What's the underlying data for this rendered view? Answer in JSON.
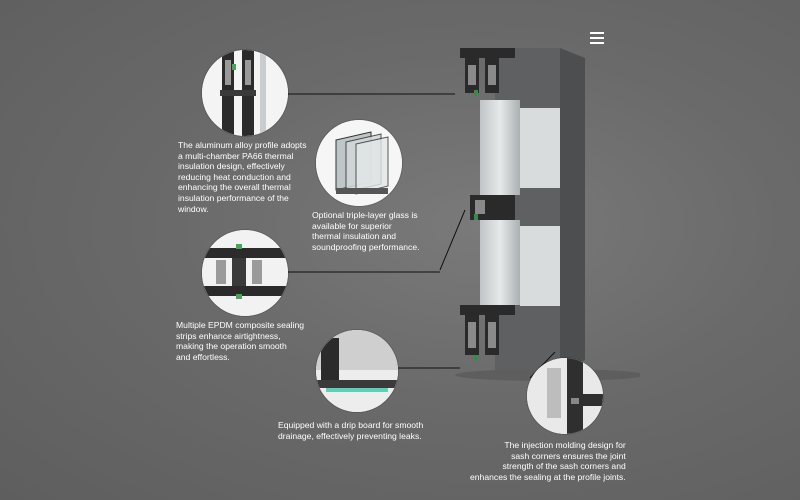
{
  "header": {
    "menu_icon": "hamburger-menu-icon"
  },
  "features": [
    {
      "id": "thermal-profile",
      "text": "The aluminum alloy profile adopts\na multi-chamber PA66 thermal\ninsulation design, effectively\nreducing heat conduction and\nenhancing the overall thermal\ninsulation performance of the\nwindow."
    },
    {
      "id": "triple-glass",
      "text": "Optional triple-layer glass is\navailable for superior\nthermal insulation and\nsoundproofing performance."
    },
    {
      "id": "epdm-seal",
      "text": "Multiple EPDM composite sealing\nstrips enhance airtightness,\nmaking the operation smooth\nand effortless."
    },
    {
      "id": "drip-board",
      "text": "Equipped with a drip board for smooth\ndrainage, effectively preventing leaks."
    },
    {
      "id": "injection-corner",
      "text": "The injection molding design for\nsash corners ensures the joint\nstrength of the sash corners and\nenhances the sealing at the profile joints."
    }
  ],
  "colors": {
    "background": "#6a6a6a",
    "frame": "#5f6062",
    "text": "#ffffff",
    "line": "#111111"
  }
}
